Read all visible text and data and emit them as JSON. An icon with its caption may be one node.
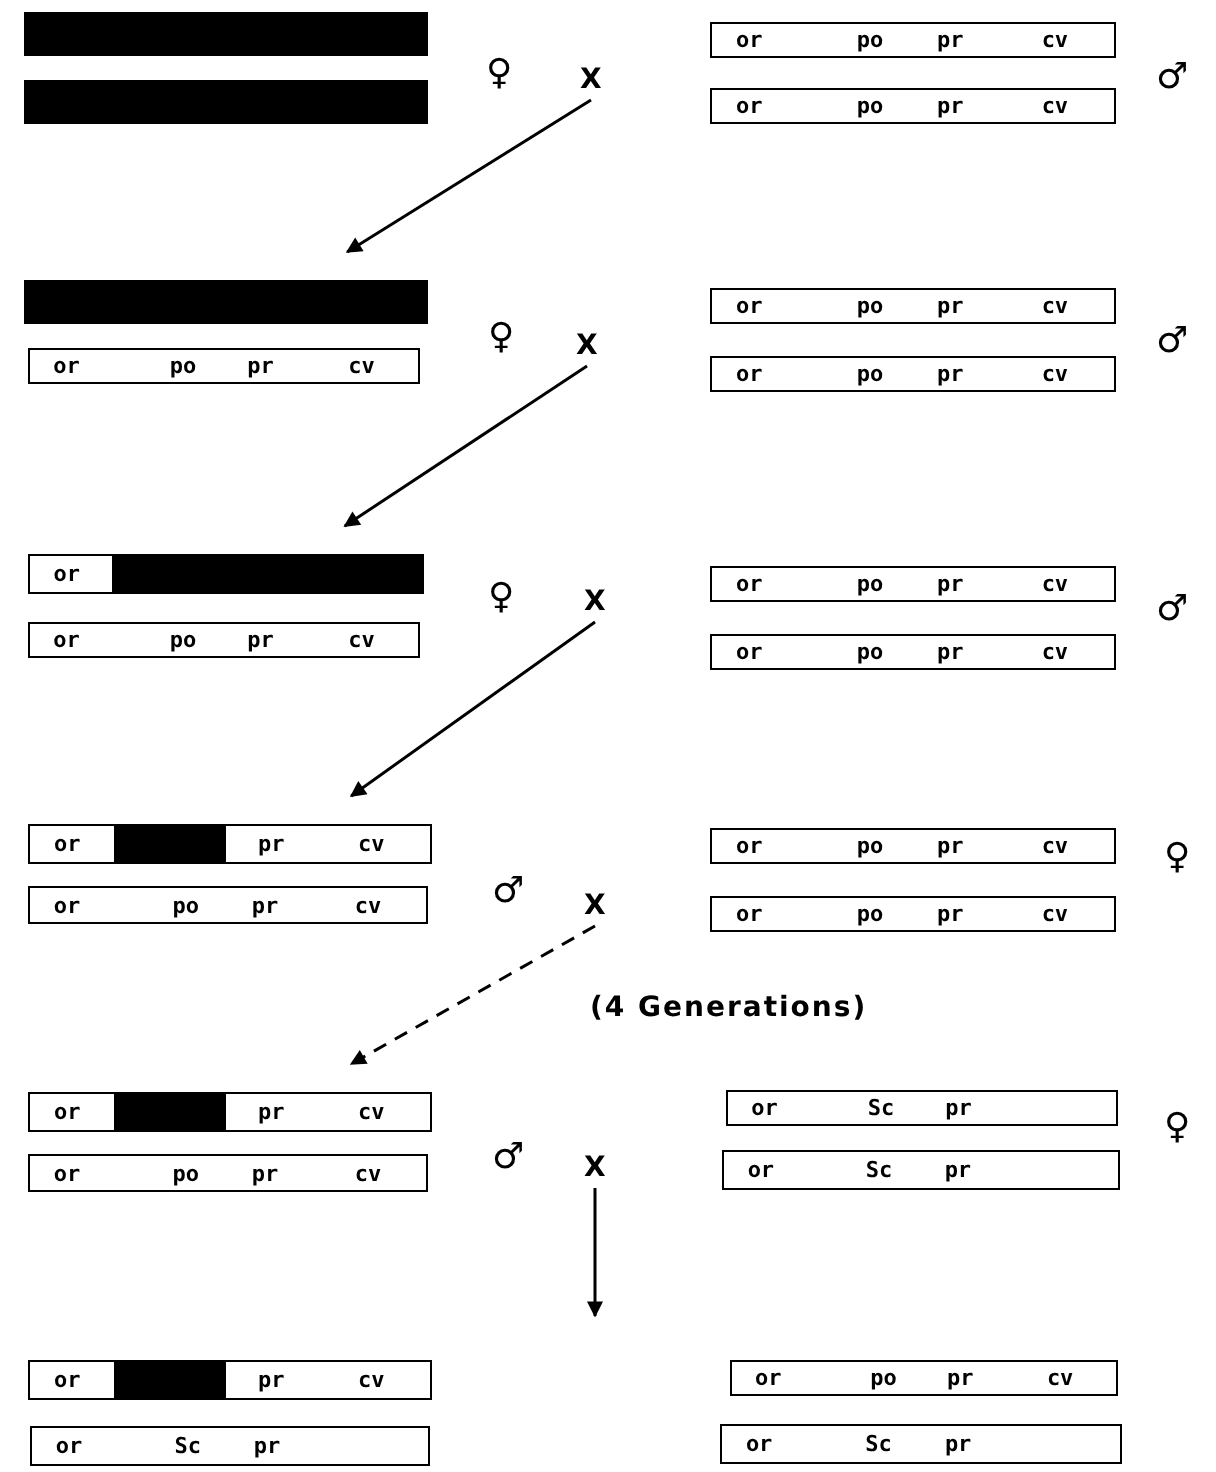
{
  "diagram": {
    "nodes": [
      {
        "text": [],
        "shape": "bar"
      },
      {
        "text": [],
        "shape": "bar"
      },
      {
        "text": [
          "X"
        ]
      },
      {
        "text": [
          "or",
          "po",
          "pr",
          "cv"
        ]
      },
      {
        "text": [
          "or",
          "po",
          "pr",
          "cv"
        ]
      },
      {
        "text": [],
        "shape": "bar"
      },
      {
        "text": [
          "or",
          "po",
          "pr",
          "cv"
        ]
      },
      {
        "text": [
          "X"
        ]
      },
      {
        "text": [
          "or",
          "po",
          "pr",
          "cv"
        ]
      },
      {
        "text": [
          "or",
          "po",
          "pr",
          "cv"
        ]
      },
      {
        "text": [
          "or"
        ]
      },
      {
        "text": [
          "or",
          "po",
          "pr",
          "cv"
        ]
      },
      {
        "text": [
          "X"
        ]
      },
      {
        "text": [
          "or",
          "po",
          "pr",
          "cv"
        ]
      },
      {
        "text": [
          "or",
          "po",
          "pr",
          "cv"
        ]
      },
      {
        "text": [
          "or",
          "pr",
          "cv"
        ]
      },
      {
        "text": [
          "or",
          "po",
          "pr",
          "cv"
        ]
      },
      {
        "text": [
          "X"
        ]
      },
      {
        "text": [
          "or",
          "po",
          "pr",
          "cv"
        ]
      },
      {
        "text": [
          "or",
          "po",
          "pr",
          "cv"
        ]
      },
      {
        "text": [
          "or",
          "pr",
          "cv"
        ]
      },
      {
        "text": [
          "or",
          "po",
          "pr",
          "cv"
        ]
      },
      {
        "text": [
          "X"
        ]
      },
      {
        "text": [
          "or",
          "Sc",
          "pr"
        ]
      },
      {
        "text": [
          "or",
          "Sc",
          "pr"
        ]
      },
      {
        "text": [
          "or",
          "pr",
          "cv"
        ]
      },
      {
        "text": [
          "or",
          "Sc",
          "pr"
        ]
      },
      {
        "text": [
          "or",
          "po",
          "pr",
          "cv"
        ]
      },
      {
        "text": [
          "or",
          "Sc",
          "pr"
        ]
      }
    ],
    "edges": [
      {
        "from": 2,
        "to": 5,
        "arrow": "to"
      },
      {
        "from": 7,
        "to": 10,
        "arrow": "to"
      },
      {
        "from": 12,
        "to": 15,
        "arrow": "to"
      },
      {
        "from": 17,
        "to": 20,
        "arrow": "to",
        "style": "dashed"
      },
      {
        "from": 22,
        "to": null,
        "arrow": "to"
      }
    ],
    "labels": [
      "♀",
      "♂",
      "♀",
      "♂",
      "♀",
      "♂",
      "♂",
      "♀",
      "(4 Generations)",
      "♂",
      "♀"
    ]
  }
}
